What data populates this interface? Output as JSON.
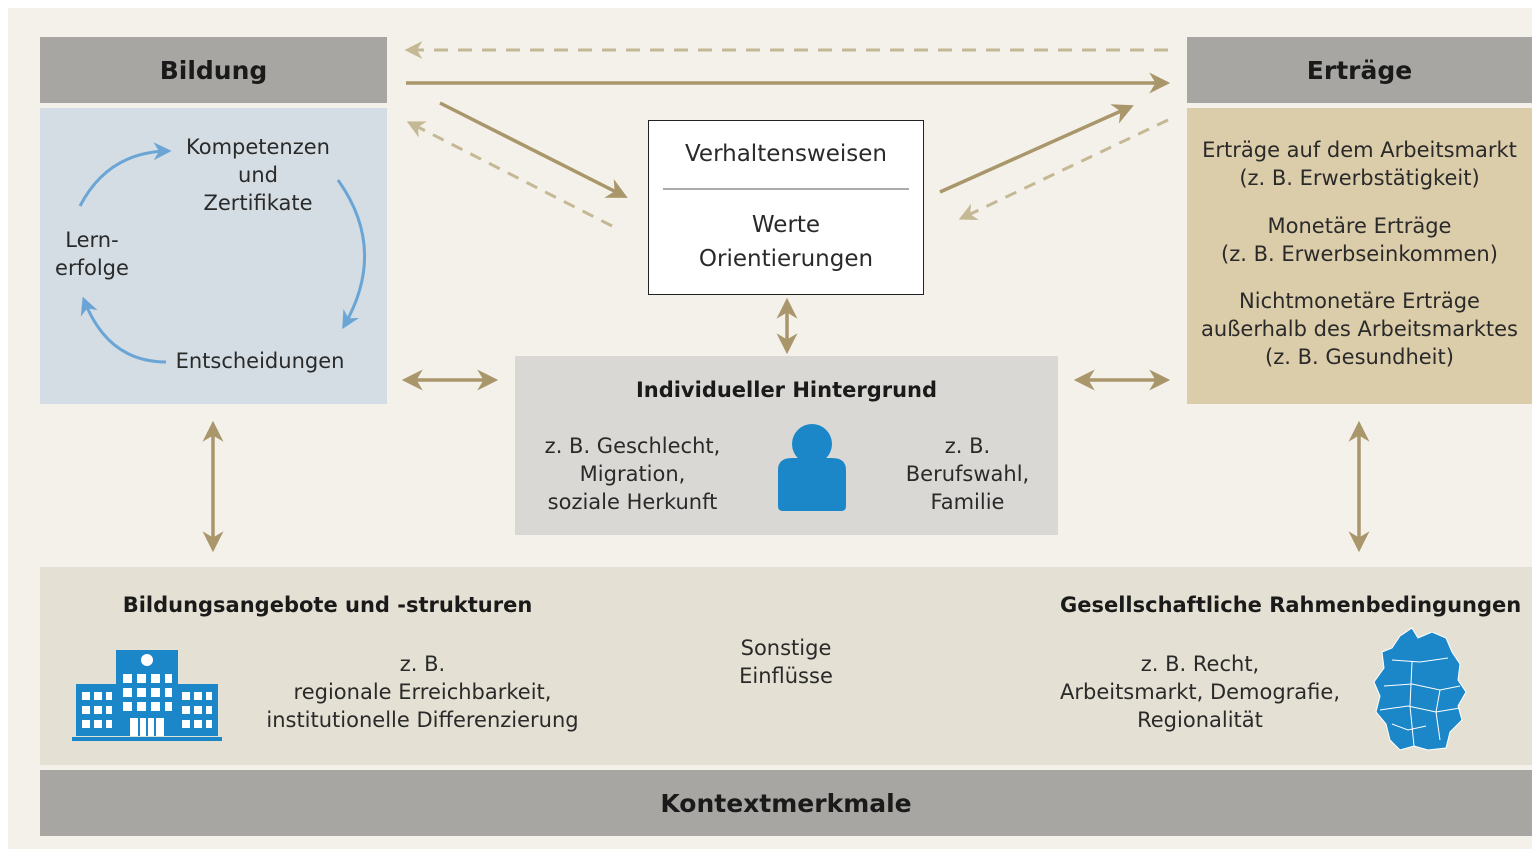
{
  "bildung": {
    "header": "Bildung",
    "cycle": {
      "kompetenzen": [
        "Kompetenzen",
        "und",
        "Zertifikate"
      ],
      "lernerfolge": [
        "Lern-",
        "erfolge"
      ],
      "entscheidungen": "Entscheidungen"
    }
  },
  "ertraege": {
    "header": "Erträge",
    "items": [
      [
        "Erträge auf dem Arbeitsmarkt",
        "(z. B. Erwerbstätigkeit)"
      ],
      [
        "Monetäre Erträge",
        "(z. B. Erwerbseinkommen)"
      ],
      [
        "Nichtmonetäre Erträge",
        "außerhalb des Arbeitsmarktes",
        "(z. B. Gesundheit)"
      ]
    ]
  },
  "verhalten": {
    "top": "Verhaltensweisen",
    "bottom": [
      "Werte",
      "Orientierungen"
    ]
  },
  "hintergrund": {
    "title": "Individueller Hintergrund",
    "left": [
      "z. B. Geschlecht,",
      "Migration,",
      "soziale Herkunft"
    ],
    "right": [
      "z. B.",
      "Berufswahl,",
      "Familie"
    ],
    "icon": "person-icon"
  },
  "kontext": {
    "left_title": "Bildungsangebote und -strukturen",
    "left_text": [
      "z. B.",
      "regionale Erreichbarkeit,",
      "institutionelle Differenzierung"
    ],
    "left_icon": "school-building-icon",
    "center_text": [
      "Sonstige",
      "Einflüsse"
    ],
    "right_title": "Gesellschaftliche Rahmenbedingungen",
    "right_text": [
      "z. B. Recht,",
      "Arbeitsmarkt, Demografie,",
      "Regionalität"
    ],
    "right_icon": "germany-map-icon",
    "footer": "Kontextmerkmale"
  },
  "colors": {
    "arrow": "#a9966a",
    "header_gray": "#a7a6a2",
    "bildung_blue": "#d3dde3",
    "cycle_blue": "#6aa5d6",
    "ertraege_tan": "#dccdaa",
    "icon_blue": "#1b87c9"
  }
}
